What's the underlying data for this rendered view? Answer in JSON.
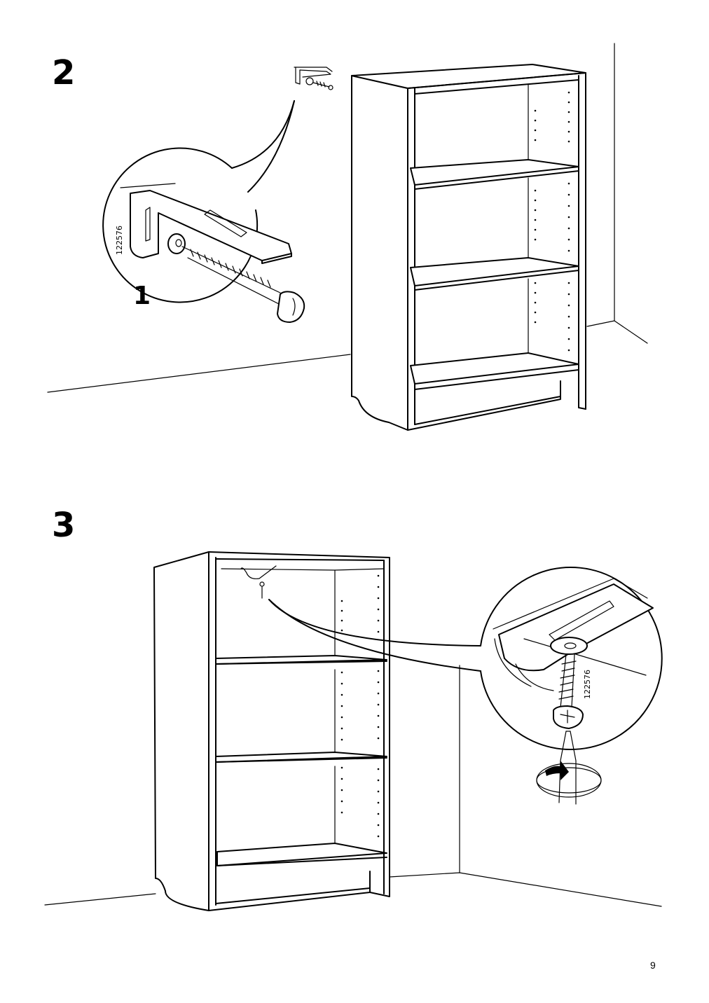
{
  "steps": {
    "step2": {
      "number": "2",
      "callout_number": "1",
      "part_code": "122576"
    },
    "step3": {
      "number": "3",
      "part_code": "122576"
    }
  },
  "page_number": "9"
}
